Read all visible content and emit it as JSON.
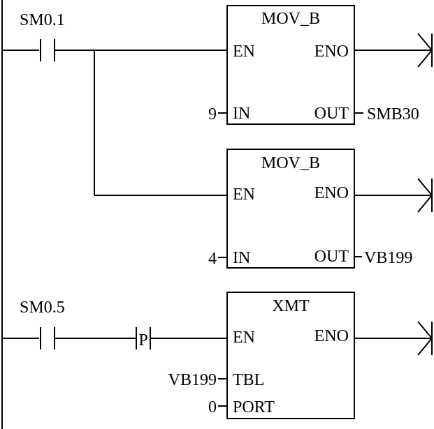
{
  "rung1": {
    "contact_label": "SM0.1",
    "block1": {
      "title": "MOV_B",
      "en": "EN",
      "eno": "ENO",
      "in_label": "IN",
      "out_label": "OUT",
      "in_value": "9",
      "out_value": "SMB30"
    },
    "block2": {
      "title": "MOV_B",
      "en": "EN",
      "eno": "ENO",
      "in_label": "IN",
      "out_label": "OUT",
      "in_value": "4",
      "out_value": "VB199"
    }
  },
  "rung2": {
    "contact_label": "SM0.5",
    "edge_label": "P",
    "block": {
      "title": "XMT",
      "en": "EN",
      "eno": "ENO",
      "tbl_label": "TBL",
      "port_label": "PORT",
      "tbl_value": "VB199",
      "port_value": "0"
    }
  }
}
